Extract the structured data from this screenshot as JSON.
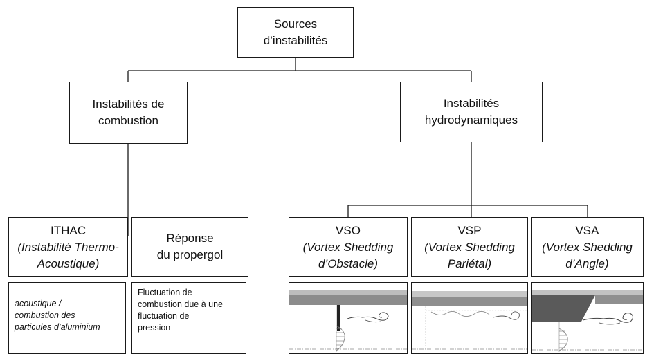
{
  "root": {
    "line1": "Sources",
    "line2": "d’instabilités"
  },
  "combustion": {
    "line1": "Instabilités de",
    "line2": "combustion"
  },
  "hydro": {
    "line1": "Instabilités",
    "line2": "hydrodynamiques"
  },
  "ithac": {
    "title": "ITHAC",
    "subtitle1": "(Instabilité Thermo-",
    "subtitle2": "Acoustique)",
    "desc1": "acoustique /",
    "desc2": "combustion des",
    "desc3": "particules d’aluminium"
  },
  "reponse": {
    "line1": "Réponse",
    "line2": "du propergol",
    "desc1": "Fluctuation de",
    "desc2": "combustion due à une",
    "desc3": "fluctuation de",
    "desc4": "pression"
  },
  "vso": {
    "title": "VSO",
    "subtitle1": "(Vortex Shedding",
    "subtitle2": "d’Obstacle)"
  },
  "vsp": {
    "title": "VSP",
    "subtitle1": "(Vortex Shedding",
    "subtitle2": "Pariétal)"
  },
  "vsa": {
    "title": "VSA",
    "subtitle1": "(Vortex Shedding",
    "subtitle2": "d’Angle)"
  },
  "colors": {
    "line": "#1a1a1a",
    "wall_gray": "#8c8c8c",
    "wall_dark": "#5a5a5a",
    "profile": "#8a8a8a"
  },
  "icons": {
    "vso": "vortex-obstacle-schematic",
    "vsp": "vortex-parietal-schematic",
    "vsa": "vortex-angle-schematic"
  }
}
